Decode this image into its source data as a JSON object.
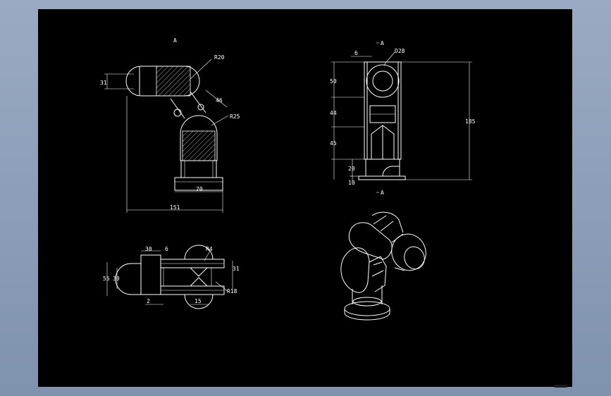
{
  "drawing": {
    "front_view": {
      "label_top": "A",
      "dims": {
        "r_top": "R20",
        "r_joint": "R25",
        "h_left": "31",
        "len_diag": "46",
        "base_w": "70",
        "total_w": "151"
      }
    },
    "side_view": {
      "section_mark_top": "A",
      "section_mark_bottom": "A",
      "dims": {
        "d_circle": "D28",
        "top_w": "6",
        "h1": "50",
        "h2": "44",
        "h3": "45",
        "h4": "20",
        "h5": "10",
        "total_h": "185"
      }
    },
    "top_view": {
      "dims": {
        "w_top": "30",
        "gap": "6",
        "r_top": "R4",
        "h_left": "55",
        "h_inner": "30",
        "h_right": "31",
        "bottom_a": "2",
        "bottom_b": "15",
        "r_bottom": "R18"
      }
    }
  }
}
